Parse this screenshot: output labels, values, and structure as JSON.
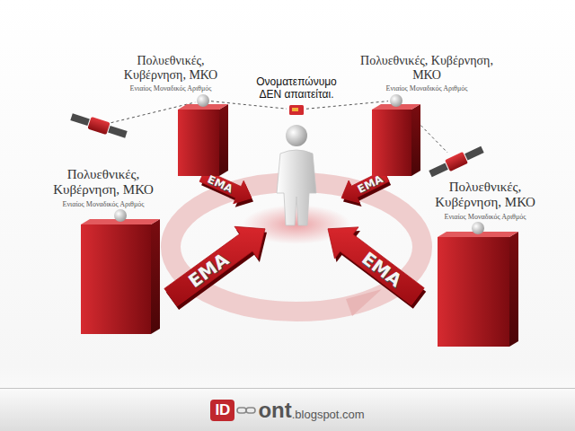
{
  "diagram": {
    "nodes": [
      {
        "text": [
          "Πολυεθνικές, Κυβέρνηση, ΜΚΟ",
          "Ενιαίος Μοναδικός Αριθμός"
        ]
      },
      {
        "text": [
          "Ονοματεπώνυμο ΔΕΝ απαιτείται."
        ]
      },
      {
        "text": [
          "Πολυεθνικές, Κυβέρνηση, ΜΚΟ",
          "Ενιαίος Μοναδικός Αριθμός"
        ]
      },
      {
        "text": [
          "Πολυεθνικές, Κυβέρνηση, ΜΚΟ",
          "Ενιαίος Μοναδικός Αριθμός"
        ]
      },
      {
        "text": [
          "Πολυεθνικές, Κυβέρνηση, ΜΚΟ",
          "Ενιαίος Μοναδικός Αριθμός"
        ]
      }
    ],
    "edges": [
      {
        "from": 0,
        "to": 1,
        "arrow": "to",
        "label": "ΕΜΑ"
      },
      {
        "from": 2,
        "to": 1,
        "arrow": "to",
        "label": "ΕΜΑ"
      },
      {
        "from": 3,
        "to": 1,
        "arrow": "to",
        "label": "ΕΜΑ"
      },
      {
        "from": 4,
        "to": 1,
        "arrow": "to",
        "label": "ΕΜΑ"
      }
    ],
    "labels": [
      "ID",
      "ont",
      ".blogspot.com"
    ]
  }
}
